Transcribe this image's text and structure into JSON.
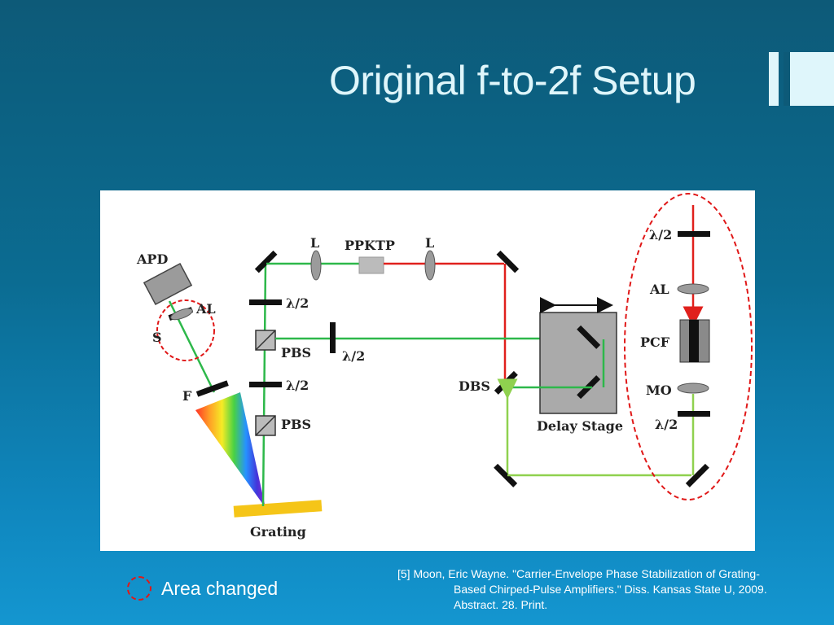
{
  "slide": {
    "title": "Original f-to-2f Setup"
  },
  "diagram": {
    "labels": {
      "apd": "APD",
      "al_left": "AL",
      "s": "S",
      "f": "F",
      "grating": "Grating",
      "l_left": "L",
      "ppktp": "PPKTP",
      "l_right": "L",
      "half_wave_1": "λ/2",
      "pbs_1": "PBS",
      "half_wave_2": "λ/2",
      "half_wave_3": "λ/2",
      "pbs_2": "PBS",
      "dbs": "DBS",
      "delay_stage": "Delay Stage",
      "half_wave_top_right": "λ/2",
      "al_right": "AL",
      "pcf": "PCF",
      "mo": "MO",
      "half_wave_bottom_right": "λ/2"
    },
    "colors": {
      "green_beam": "#2db84a",
      "light_green_beam": "#8fd14f",
      "red_beam": "#e0201c",
      "highlight": "#e01818",
      "grating": "#f5c518",
      "component": "#9b9b9b"
    }
  },
  "legend": {
    "text": "Area changed"
  },
  "citation": {
    "line1": "[5] Moon, Eric Wayne. \"Carrier-Envelope Phase Stabilization of Grating-",
    "line2": "Based Chirped-Pulse Amplifiers.\" Diss. Kansas State U, 2009.",
    "line3": "Abstract. 28. Print."
  }
}
